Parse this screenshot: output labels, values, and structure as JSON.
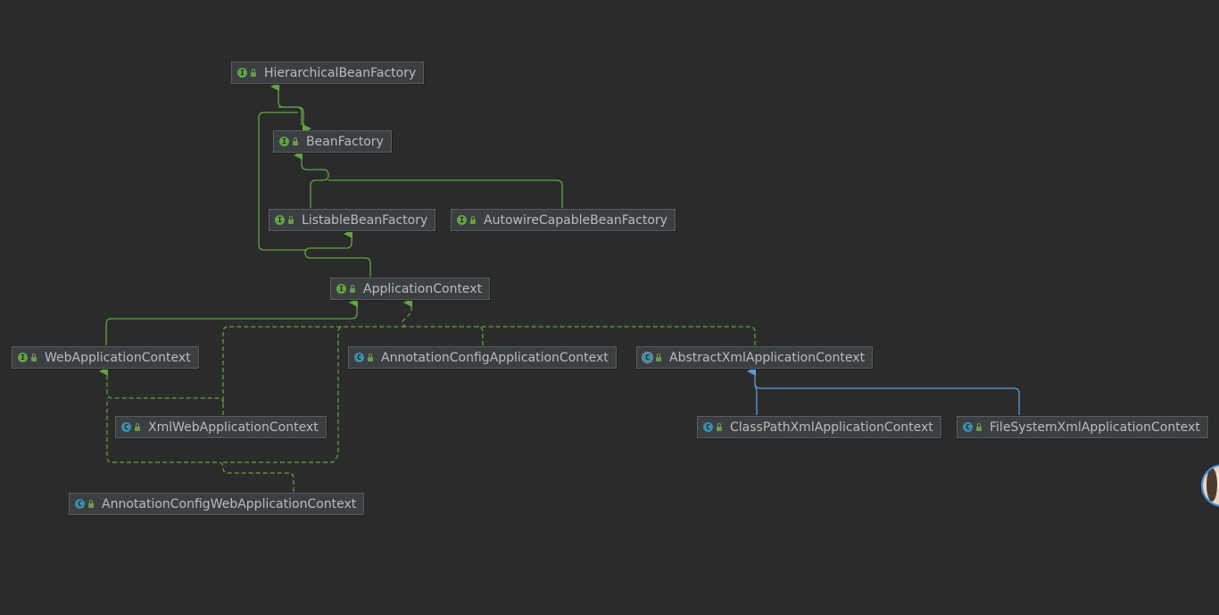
{
  "diagram": {
    "colors": {
      "background": "#2b2b2b",
      "extends_interface": "#62a444",
      "extends_class": "#5b9bd5",
      "interface_badge": "#62a444",
      "class_badge": "#3d8dab"
    },
    "nodes": [
      {
        "id": "hbf",
        "label": "HierarchicalBeanFactory",
        "kind": "interface",
        "badge": "I",
        "badge_icon": "interface-icon"
      },
      {
        "id": "bf",
        "label": "BeanFactory",
        "kind": "interface",
        "badge": "I",
        "badge_icon": "interface-icon"
      },
      {
        "id": "lbf",
        "label": "ListableBeanFactory",
        "kind": "interface",
        "badge": "I",
        "badge_icon": "interface-icon"
      },
      {
        "id": "acbf",
        "label": "AutowireCapableBeanFactory",
        "kind": "interface",
        "badge": "I",
        "badge_icon": "interface-icon"
      },
      {
        "id": "ac",
        "label": "ApplicationContext",
        "kind": "interface",
        "badge": "I",
        "badge_icon": "interface-icon"
      },
      {
        "id": "wac",
        "label": "WebApplicationContext",
        "kind": "interface",
        "badge": "I",
        "badge_icon": "interface-icon"
      },
      {
        "id": "acac",
        "label": "AnnotationConfigApplicationContext",
        "kind": "class",
        "badge": "C",
        "badge_icon": "class-icon"
      },
      {
        "id": "axac",
        "label": "AbstractXmlApplicationContext",
        "kind": "abstract",
        "badge": "C",
        "badge_icon": "abstract-class-icon"
      },
      {
        "id": "xwac",
        "label": "XmlWebApplicationContext",
        "kind": "class",
        "badge": "C",
        "badge_icon": "class-icon"
      },
      {
        "id": "cpxac",
        "label": "ClassPathXmlApplicationContext",
        "kind": "class",
        "badge": "C",
        "badge_icon": "class-icon"
      },
      {
        "id": "fsxac",
        "label": "FileSystemXmlApplicationContext",
        "kind": "class",
        "badge": "C",
        "badge_icon": "class-icon"
      },
      {
        "id": "acwac",
        "label": "AnnotationConfigWebApplicationContext",
        "kind": "class",
        "badge": "C",
        "badge_icon": "class-icon"
      }
    ],
    "edges": [
      {
        "from": "bf",
        "to": "hbf",
        "type": "extends-interface"
      },
      {
        "from": "ac",
        "to": "hbf",
        "type": "extends-interface"
      },
      {
        "from": "lbf",
        "to": "bf",
        "type": "extends-interface"
      },
      {
        "from": "acbf",
        "to": "bf",
        "type": "extends-interface"
      },
      {
        "from": "ac",
        "to": "lbf",
        "type": "extends-interface"
      },
      {
        "from": "wac",
        "to": "ac",
        "type": "extends-interface"
      },
      {
        "from": "acac",
        "to": "ac",
        "type": "implements"
      },
      {
        "from": "axac",
        "to": "ac",
        "type": "implements"
      },
      {
        "from": "xwac",
        "to": "ac",
        "type": "implements"
      },
      {
        "from": "xwac",
        "to": "wac",
        "type": "implements"
      },
      {
        "from": "acwac",
        "to": "wac",
        "type": "implements"
      },
      {
        "from": "acwac",
        "to": "ac",
        "type": "implements"
      },
      {
        "from": "cpxac",
        "to": "axac",
        "type": "extends-class"
      },
      {
        "from": "fsxac",
        "to": "axac",
        "type": "extends-class"
      }
    ],
    "lock_icon": "public-lock-icon",
    "user_avatar": "avatar"
  }
}
